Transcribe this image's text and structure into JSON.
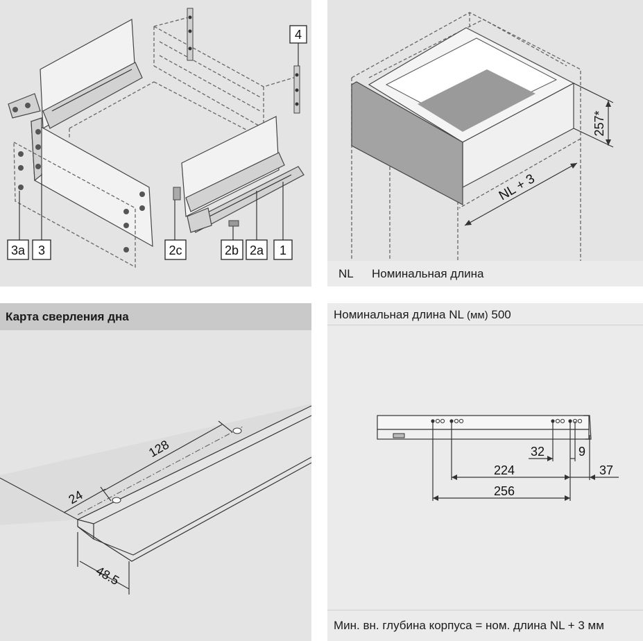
{
  "assembly": {
    "part_labels": [
      "4",
      "3a",
      "3",
      "2c",
      "2b",
      "2a",
      "1"
    ]
  },
  "cabinet": {
    "height_label": "257*",
    "depth_label": "NL + 3",
    "legend_abbr": "NL",
    "legend_desc": "Номинальная длина"
  },
  "drilling": {
    "title": "Карта сверления дна",
    "dims": {
      "a": "128",
      "b": "24",
      "c": "48.5"
    }
  },
  "runner": {
    "title_prefix": "Номинальная длина NL ",
    "title_unit": "(мм)",
    "title_value": " 500",
    "dims": {
      "d32": "32",
      "d9": "9",
      "d224": "224",
      "d37": "37",
      "d256": "256"
    },
    "footer": "Мин. вн. глубина корпуса = ном. длина NL + 3 мм"
  }
}
